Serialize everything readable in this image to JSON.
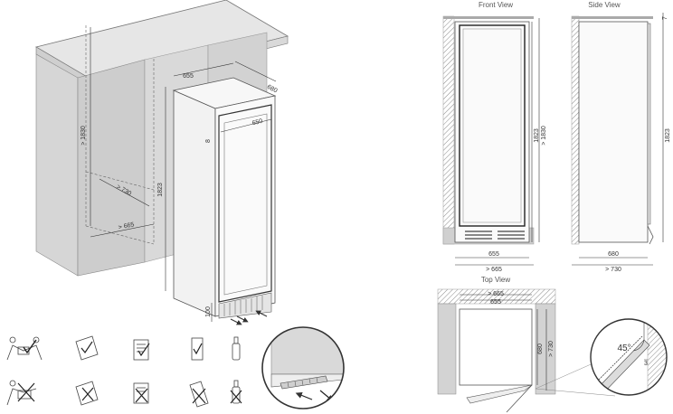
{
  "views": {
    "front": "Front View",
    "side": "Side View",
    "top": "Top View"
  },
  "iso": {
    "cab_height": "> 1830",
    "cab_depth": "> 730",
    "cab_width": "> 665",
    "niche_width": "655",
    "niche_depth": "680",
    "door_width": "650",
    "appliance_height": "1823",
    "plinth": "100",
    "hinge_mark": "8"
  },
  "front": {
    "height_inner": "1823",
    "height_outer": "> 1830",
    "width_inner": "655",
    "width_outer": "> 665"
  },
  "side": {
    "top_gap": "7",
    "height": "1823",
    "depth_inner": "680",
    "depth_outer": "> 730"
  },
  "top": {
    "width_outer": "> 665",
    "width_inner": "655",
    "depth_inner": "680",
    "depth_outer": "> 730",
    "angle": "45°",
    "gap": "3"
  },
  "colors": {
    "cabinet_gray": "#cfcfcf",
    "line": "#555555",
    "dim_line": "#333333",
    "wall_hatch": "#9a9a9a"
  }
}
